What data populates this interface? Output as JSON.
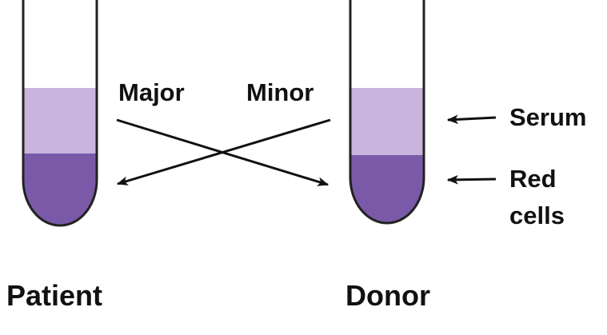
{
  "labels": {
    "major": "Major",
    "minor": "Minor",
    "serum": "Serum",
    "red_cells_line1": "Red",
    "red_cells_line2": "cells",
    "patient": "Patient",
    "donor": "Donor"
  },
  "footer_fine_print": "",
  "colors": {
    "serum": "#c8b4dc",
    "red_cells": "#7a5aa8",
    "tube_outline": "#222222",
    "arrow": "#111111"
  },
  "icons": {
    "arrow": "arrowhead"
  }
}
